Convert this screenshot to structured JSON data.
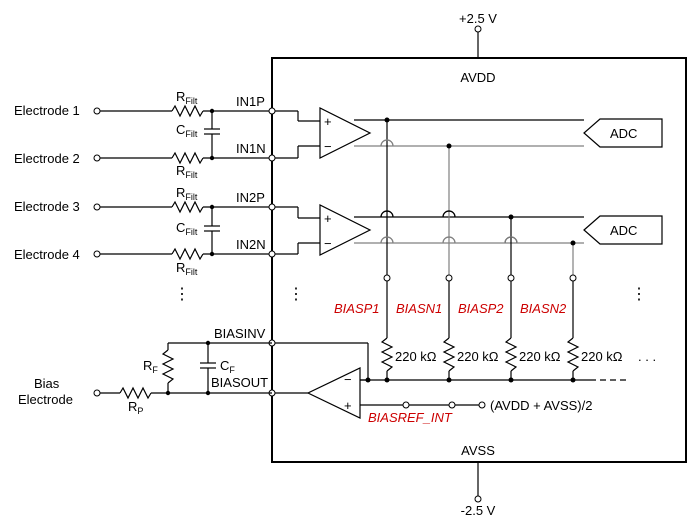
{
  "supplies": {
    "top_voltage": "+2.5 V",
    "top_rail": "AVDD",
    "bottom_rail": "AVSS",
    "bottom_voltage": "-2.5 V"
  },
  "electrodes": [
    "Electrode 1",
    "Electrode 2",
    "Electrode 3",
    "Electrode 4"
  ],
  "bias_electrode": [
    "Bias",
    "Electrode"
  ],
  "filter": {
    "r_main": "R",
    "r_sub": "Filt",
    "c_main": "C",
    "c_sub": "Filt"
  },
  "feedback": {
    "rf_main": "R",
    "rf_sub": "F",
    "cf_main": "C",
    "cf_sub": "F",
    "rp_main": "R",
    "rp_sub": "P"
  },
  "pins": [
    "IN1P",
    "IN1N",
    "IN2P",
    "IN2N",
    "BIASINV",
    "BIASOUT"
  ],
  "adc_label": "ADC",
  "amp_signs": {
    "plus": "+",
    "minus": "−"
  },
  "bias_lines": [
    "BIASP1",
    "BIASN1",
    "BIASP2",
    "BIASN2"
  ],
  "resistor_value": "220 kΩ",
  "biasref": "BIASREF_INT",
  "ref_formula": "(AVDD + AVSS)/2",
  "ellipsis_h": ". . .",
  "ellipsis_v": "⋮"
}
